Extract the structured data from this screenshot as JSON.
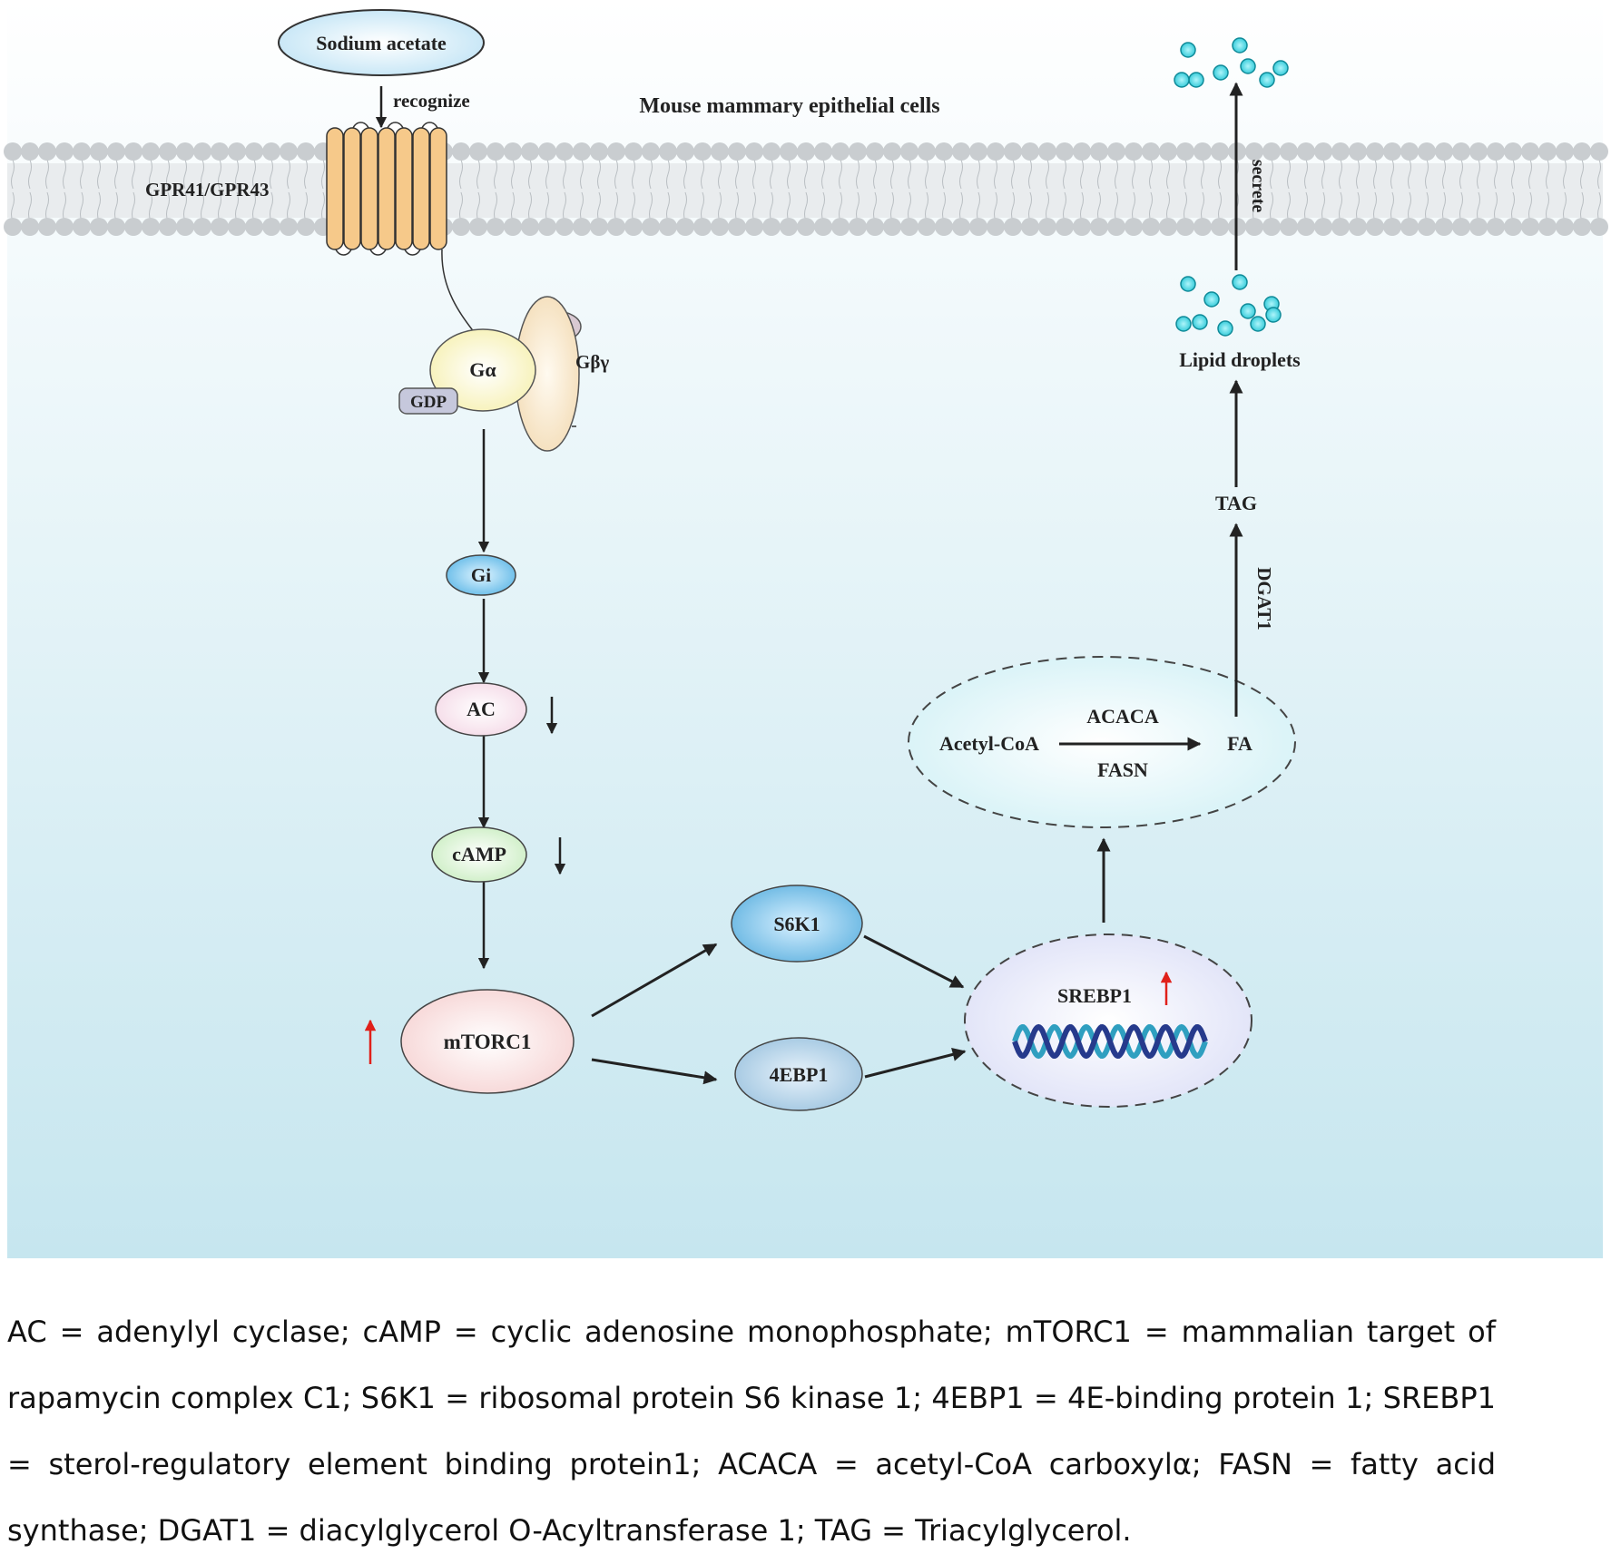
{
  "title": "Mouse mammary epithelial cells",
  "ligand": "Sodium acetate",
  "recognize_label": "recognize",
  "receptor": "GPR41/GPR43",
  "g_alpha": "Gα",
  "g_beta_gamma": "Gβγ",
  "gdp": "GDP",
  "pathway": {
    "gi": "Gi",
    "ac": "AC",
    "camp": "cAMP",
    "mtorc1": "mTORC1",
    "s6k1": "S6K1",
    "ebp1": "4EBP1",
    "srebp1": "SREBP1"
  },
  "synthesis": {
    "acetyl_coa": "Acetyl-CoA",
    "acaca": "ACACA",
    "fasn": "FASN",
    "fa": "FA",
    "dgat1": "DGAT1",
    "tag": "TAG",
    "lipid_droplets": "Lipid droplets",
    "secrete": "secrete"
  },
  "colors": {
    "background_top": "#ffffff",
    "background_bottom": "#c6e6ef",
    "up_arrow": "#e0201a",
    "down_arrow": "#222222",
    "lipid_droplet": "#22c4d4",
    "receptor": "#f6c98a"
  },
  "caption": "AC = adenylyl cyclase; cAMP = cyclic adenosine monophosphate; mTORC1 = mammalian target of rapamycin complex C1; S6K1 = ribosomal protein S6 kinase 1; 4EBP1 = 4E-binding protein 1; SREBP1 = sterol-regulatory element binding protein1; ACACA = acetyl-CoA carboxylα; FASN = fatty acid synthase; DGAT1 = diacylglycerol O-Acyltransferase 1; TAG = Triacylglycerol."
}
